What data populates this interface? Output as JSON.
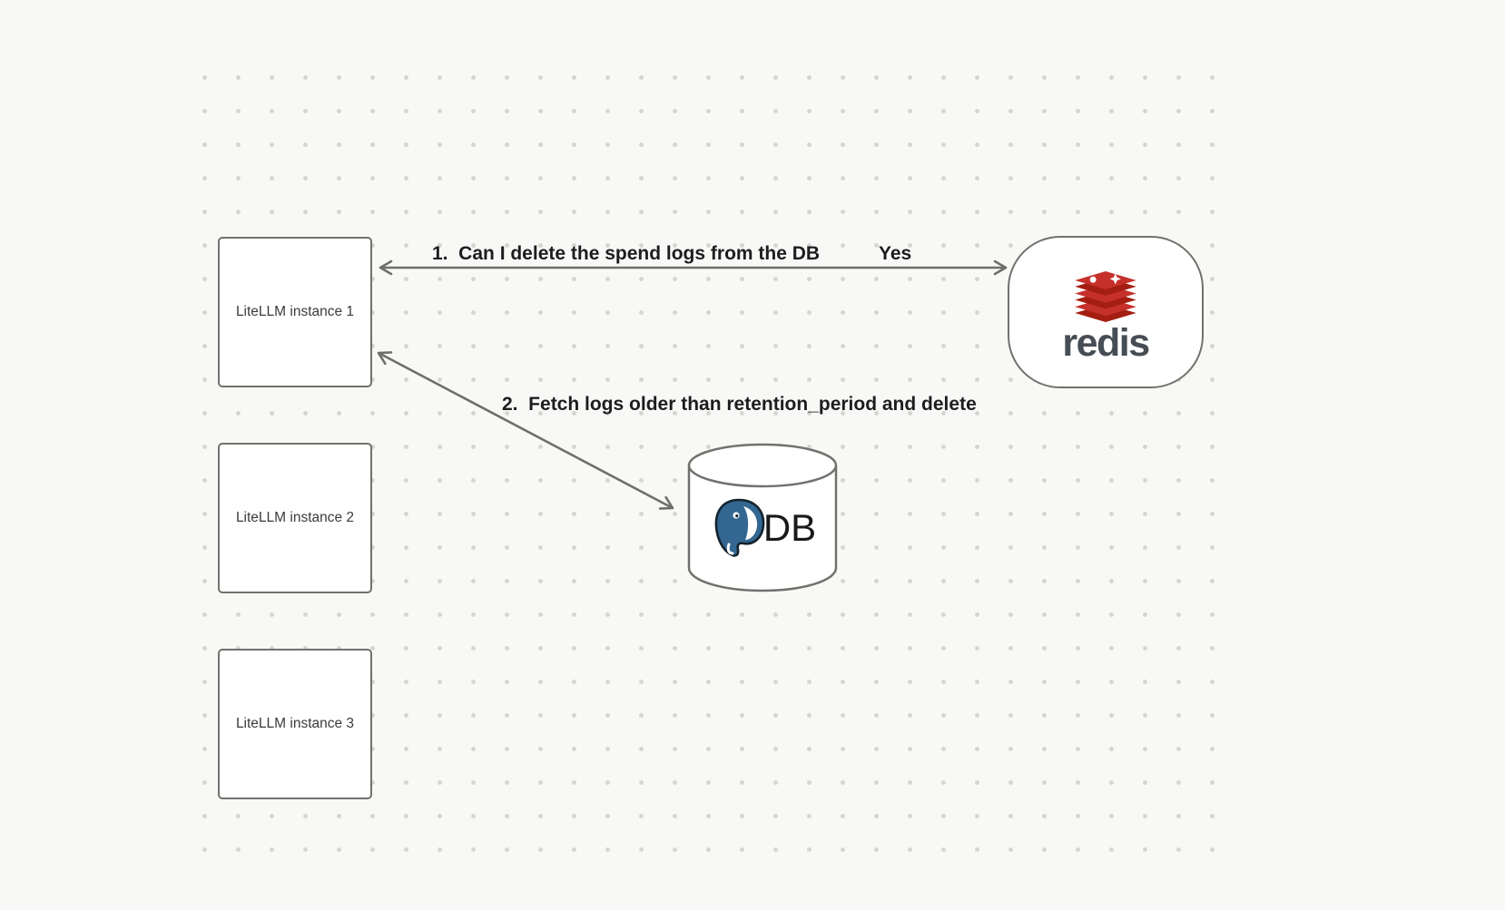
{
  "diagram": {
    "nodes": {
      "litellm1": {
        "label": "LiteLLM instance 1"
      },
      "litellm2": {
        "label": "LiteLLM instance 2"
      },
      "litellm3": {
        "label": "LiteLLM instance 3"
      },
      "redis": {
        "label": "redis"
      },
      "db": {
        "label": "DB"
      }
    },
    "arrows": {
      "redis_litellm": {
        "label": "1.  Can I delete the spend logs from the DB",
        "response": "Yes"
      },
      "db_litellm": {
        "label": "2.  Fetch logs older than retention_period and delete"
      }
    }
  },
  "colors": {
    "background": "#f8f8f6",
    "dot": "#d5d4d1",
    "node_border": "#71716d",
    "arrow": "#6e6e6a",
    "label_text": "#1d1d1f",
    "redis_red": "#c6302b",
    "redis_red_dark": "#a41e11",
    "redis_wordmark": "#474d55",
    "postgres_blue": "#336791",
    "postgres_outline": "#14232e"
  }
}
